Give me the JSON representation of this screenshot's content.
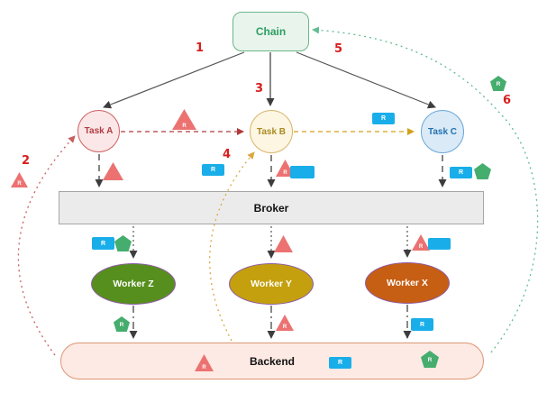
{
  "diagram": {
    "type": "flow-diagram",
    "nodes": {
      "chain": "Chain",
      "task_a": "Task A",
      "task_b": "Task B",
      "task_c": "Task C",
      "broker": "Broker",
      "worker_z": "Worker Z",
      "worker_y": "Worker Y",
      "worker_x": "Worker X",
      "backend": "Backend"
    },
    "steps": [
      "1",
      "2",
      "3",
      "4",
      "5",
      "6"
    ],
    "icon_letter": "R",
    "edges": [
      {
        "from": "chain",
        "to": "task_a",
        "step": "1",
        "style": "solid-gray"
      },
      {
        "from": "backend",
        "to": "task_a",
        "step": "2",
        "style": "dotted-red-curve"
      },
      {
        "from": "chain",
        "to": "task_b",
        "step": "3",
        "style": "solid-gray"
      },
      {
        "from": "backend",
        "to": "task_b",
        "step": "4",
        "style": "dotted-gold-curve"
      },
      {
        "from": "chain",
        "to": "task_c",
        "step": "5",
        "style": "solid-gray"
      },
      {
        "from": "backend",
        "to": "chain",
        "step": "6",
        "style": "dotted-green-curve"
      },
      {
        "from": "task_a",
        "to": "task_b",
        "style": "dashed-red"
      },
      {
        "from": "task_b",
        "to": "task_c",
        "style": "dashed-gold"
      },
      {
        "from": "task_a",
        "to": "broker",
        "style": "dashed-gray"
      },
      {
        "from": "task_b",
        "to": "broker",
        "style": "dashed-gray"
      },
      {
        "from": "task_c",
        "to": "broker",
        "style": "dashed-gray"
      },
      {
        "from": "broker",
        "to": "worker_z",
        "style": "dotted-gray"
      },
      {
        "from": "broker",
        "to": "worker_y",
        "style": "dotted-gray"
      },
      {
        "from": "broker",
        "to": "worker_x",
        "style": "dotted-gray"
      },
      {
        "from": "worker_z",
        "to": "backend",
        "style": "dashdot-gray"
      },
      {
        "from": "worker_y",
        "to": "backend",
        "style": "dashdot-gray"
      },
      {
        "from": "worker_x",
        "to": "backend",
        "style": "dashdot-gray"
      }
    ],
    "colors": {
      "chain_fill": "#e8f4ec",
      "chain_border": "#6cb589",
      "chain_text": "#2e9e62",
      "task_a_fill": "#fbe7e7",
      "task_a_border": "#cf5f63",
      "task_a_text": "#b23b43",
      "task_b_fill": "#fdf6e3",
      "task_b_border": "#d7b46a",
      "task_b_text": "#a98a1f",
      "task_c_fill": "#daeaf7",
      "task_c_border": "#6aa7d8",
      "task_c_text": "#2272ae",
      "broker_fill": "#ebebeb",
      "broker_border": "#a6a6a6",
      "worker_z_fill": "#578f1e",
      "worker_y_fill": "#c4a00e",
      "worker_x_fill": "#c65f13",
      "worker_border": "#8e5ba6",
      "backend_fill": "#fdeae4",
      "backend_border": "#dd9674",
      "rect_icon": "#19aee9",
      "triangle_icon": "#ec7272",
      "pentagon_icon": "#45ad6d",
      "step_label": "#d81e1e"
    }
  }
}
